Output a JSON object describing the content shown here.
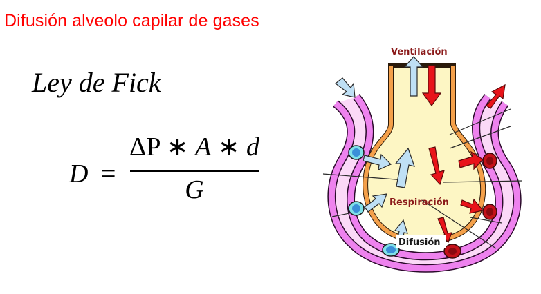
{
  "slide": {
    "title": "Difusión alveolo capilar de gases",
    "title_color": "#ff0000"
  },
  "law": {
    "title": "Ley de Fick",
    "formula": {
      "lhs": "D",
      "equals": "=",
      "numerator_parts": [
        "ΔP",
        "∗",
        "A",
        "∗",
        "d"
      ],
      "denominator": "G"
    }
  },
  "diagram": {
    "labels": {
      "ventilation": "Ventilación",
      "respiration": "Respiración",
      "diffusion": "Difusión"
    },
    "colors": {
      "label_dark_red": "#8b1a1a",
      "alveolus_fill": "#fdf6c4",
      "alveolus_wall": "#f4a04a",
      "capillary_wall": "#ee82ee",
      "capillary_fill": "#fbd9f7",
      "o2_arrow": "#bfe0f5",
      "co2_arrow": "#e8141a",
      "blue_cell": "#3a8fd8",
      "red_cell": "#c4121a"
    }
  }
}
